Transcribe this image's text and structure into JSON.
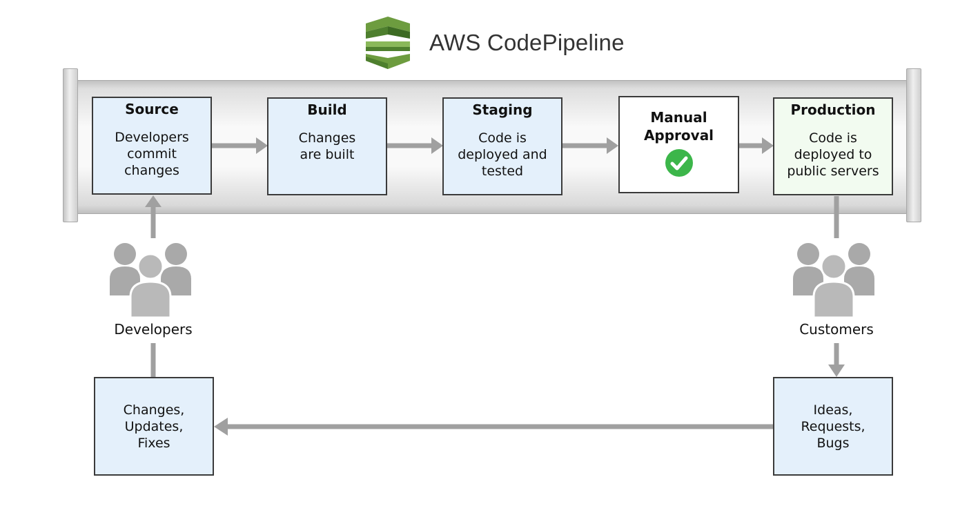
{
  "title": "AWS CodePipeline",
  "icons": {
    "logo": "codepipeline-logo-icon",
    "approval_check": "checkmark-circle-icon",
    "developers": "user-group-icon",
    "customers": "user-group-icon"
  },
  "colors": {
    "stage_fill": "#e4f0fb",
    "approval_fill": "#ffffff",
    "production_fill": "#f2fbf0",
    "check_green": "#3cb64a",
    "arrow_gray": "#a0a0a0",
    "people_gray": "#a9a9a9",
    "logo_green": "#4e7f2e"
  },
  "stages": [
    {
      "name": "Source",
      "body": "Developers\ncommit\nchanges"
    },
    {
      "name": "Build",
      "body": "Changes\nare built"
    },
    {
      "name": "Staging",
      "body": "Code is\ndeployed and\ntested"
    },
    {
      "name": "Manual\nApproval",
      "body": ""
    },
    {
      "name": "Production",
      "body": "Code is\ndeployed to\npublic servers"
    }
  ],
  "developers_label": "Developers",
  "customers_label": "Customers",
  "feedback_box": "Ideas,\nRequests,\nBugs",
  "changes_box": "Changes,\nUpdates,\nFixes"
}
